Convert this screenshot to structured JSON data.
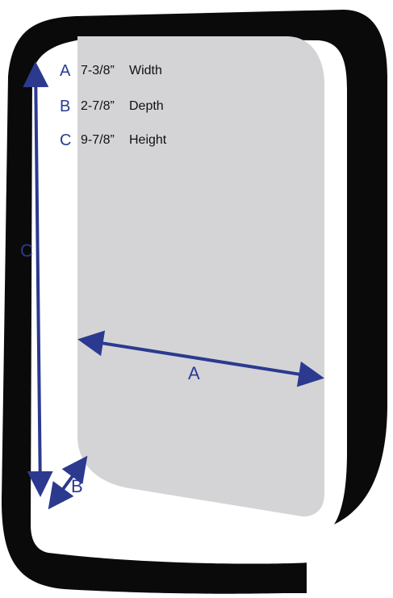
{
  "colors": {
    "background": "#ffffff",
    "frame": "#0a0a0a",
    "front_panel": "#d4d4d6",
    "arrow": "#2b3a8f"
  },
  "legend": [
    {
      "letter": "A",
      "value": "7-3/8”",
      "label": "Width"
    },
    {
      "letter": "B",
      "value": "2-7/8”",
      "label": "Depth"
    },
    {
      "letter": "C",
      "value": "9-7/8”",
      "label": "Height"
    }
  ],
  "dimension_labels": {
    "width": "A",
    "depth": "B",
    "height": "C"
  }
}
